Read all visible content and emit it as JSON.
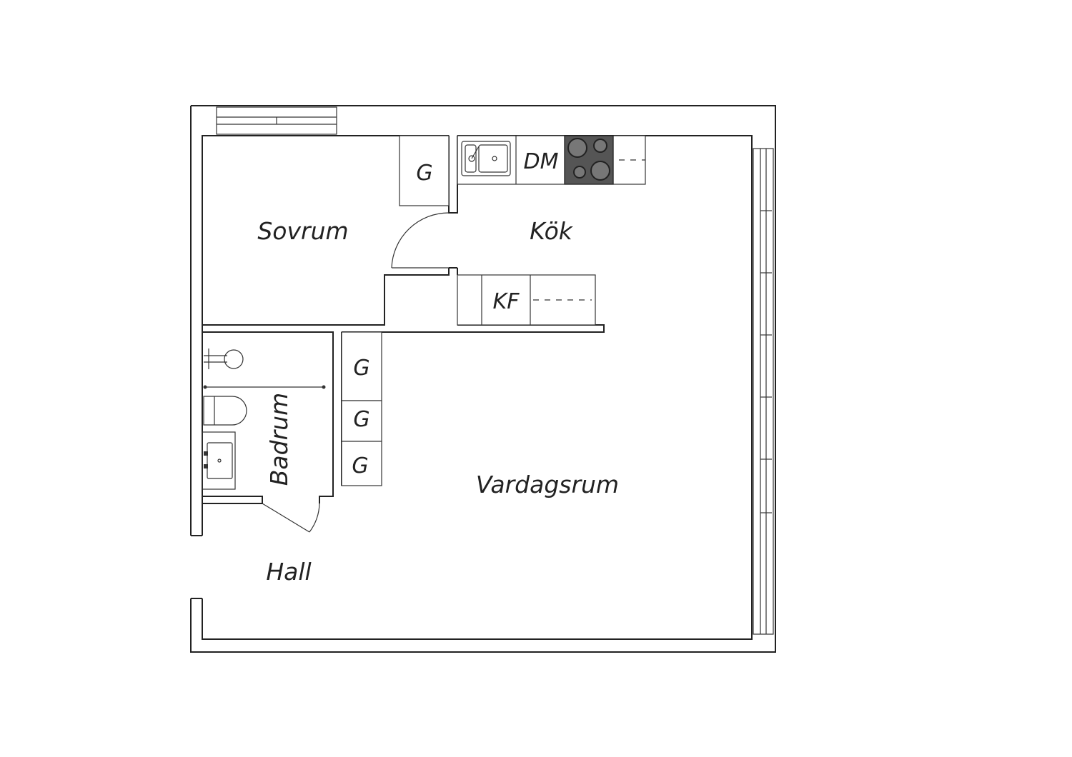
{
  "floorplan": {
    "rooms": {
      "sovrum": "Sovrum",
      "kok": "Kök",
      "badrum": "Badrum",
      "vardagsrum": "Vardagsrum",
      "hall": "Hall"
    },
    "appliances": {
      "bedroom_closet": "G",
      "dishwasher": "DM",
      "fridge_freezer": "KF",
      "hall_closet_1": "G",
      "hall_closet_2": "G",
      "hall_closet_3": "G"
    },
    "colors": {
      "walls": "#222222",
      "stove_top": "#555555",
      "background": "#ffffff"
    }
  }
}
